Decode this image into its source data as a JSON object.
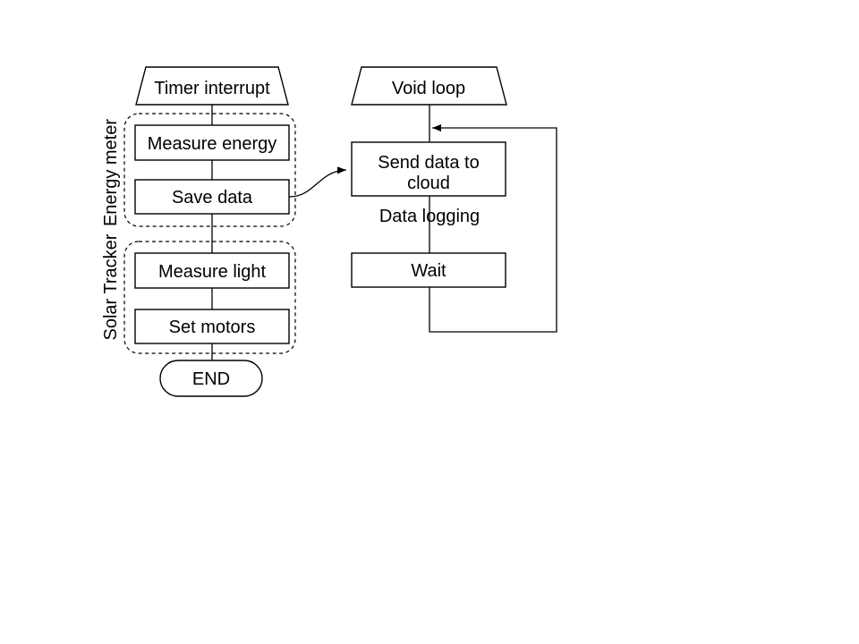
{
  "colors": {
    "background": "#ffffff",
    "stroke": "#000000",
    "shape_fill": "#ffffff",
    "text": "#000000"
  },
  "subroutine_flow": {
    "entry_label": "Timer interrupt",
    "groups": [
      {
        "label": "Energy meter",
        "steps": [
          "Measure energy",
          "Save data"
        ]
      },
      {
        "label": "Solar Tracker",
        "steps": [
          "Measure light",
          "Set motors"
        ]
      }
    ],
    "end_label": "END"
  },
  "main_loop": {
    "entry_label": "Void loop",
    "send_step": {
      "line1": "Send data to",
      "line2": "cloud"
    },
    "edge_label": "Data logging",
    "wait_label": "Wait"
  }
}
